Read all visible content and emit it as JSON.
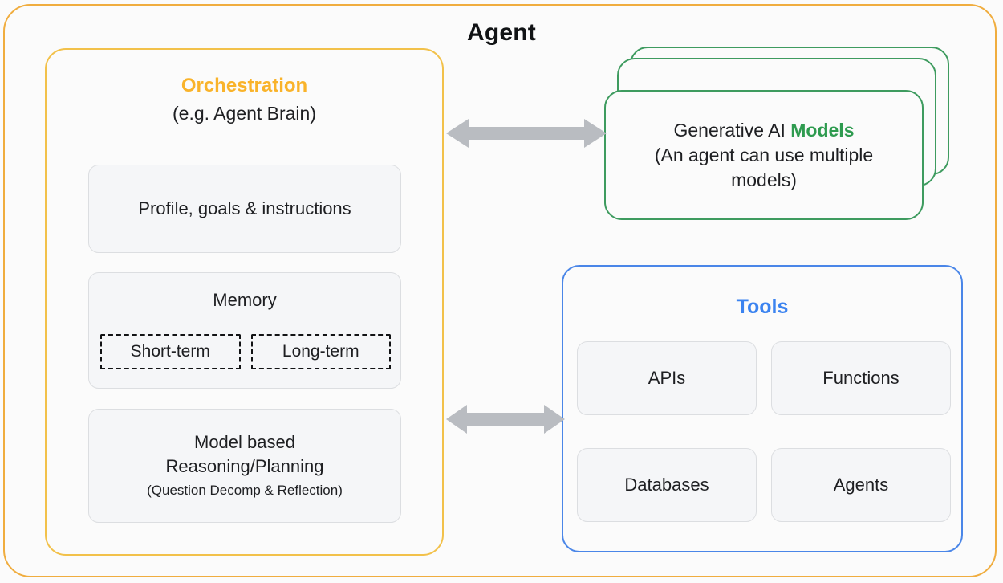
{
  "diagram": {
    "title": "Agent",
    "background_color": "#fbfbfb",
    "frame_color": "#f0ad3f"
  },
  "orchestration": {
    "title": "Orchestration",
    "title_color": "#f9b32a",
    "subtitle": "(e.g. Agent Brain)",
    "border_color": "#f2c14a",
    "cards": {
      "profile": "Profile, goals & instructions",
      "memory": {
        "label": "Memory",
        "short_term": "Short-term",
        "long_term": "Long-term"
      },
      "reasoning": {
        "line1": "Model based",
        "line2": "Reasoning/Planning",
        "line3": "(Question Decomp & Reflection)"
      }
    }
  },
  "models": {
    "heading_prefix": "Generative AI ",
    "heading_highlight": "Models",
    "highlight_color": "#2e9b4f",
    "subtitle": "(An agent can use multiple models)",
    "border_color": "#3e9b5f",
    "stack_count": 3
  },
  "tools": {
    "title": "Tools",
    "title_color": "#3b83f0",
    "border_color": "#4a86e8",
    "items": [
      {
        "label": "APIs"
      },
      {
        "label": "Functions"
      },
      {
        "label": "Databases"
      },
      {
        "label": "Agents"
      }
    ]
  },
  "connectors": {
    "color": "#b9bcc1",
    "orchestration_to_models": "bidirectional-arrow",
    "orchestration_to_tools": "bidirectional-arrow"
  }
}
